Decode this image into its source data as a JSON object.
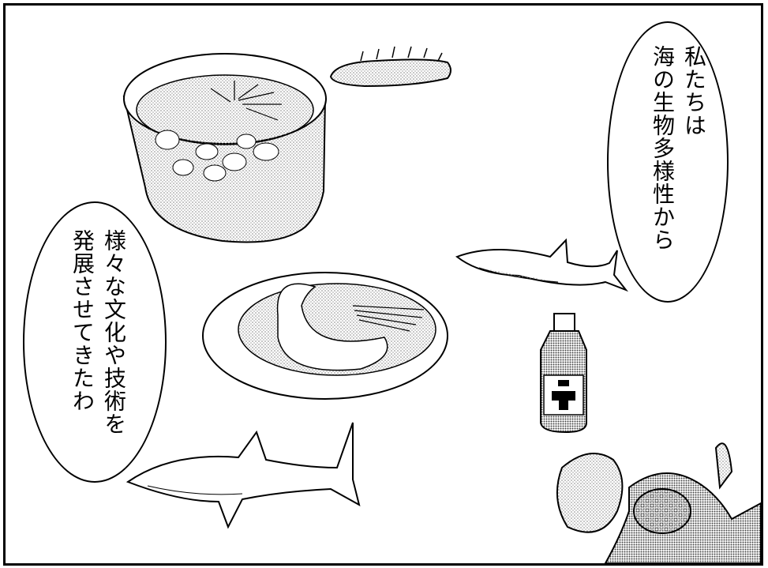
{
  "speech_bubbles": [
    {
      "lines": [
        "私たちは",
        "海の生物多様性から"
      ]
    },
    {
      "lines": [
        "様々な文化や技術を",
        "発展させてきたわ"
      ]
    }
  ]
}
